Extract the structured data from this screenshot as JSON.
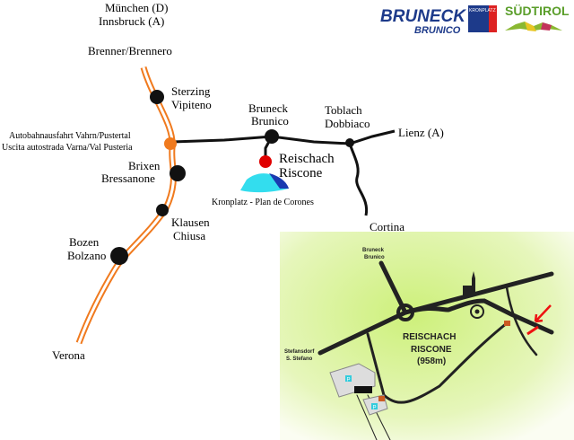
{
  "logos": {
    "bruneck": "BRUNECK",
    "brunico": "BRUNICO",
    "kronplatz": "KRONPLATZ",
    "suedtirol": "SÜDTIROL"
  },
  "labels": {
    "muenchen": "München (D)",
    "innsbruck": "Innsbruck (A)",
    "brenner": "Brenner/Brennero",
    "sterzing": "Sterzing",
    "vipiteno": "Vipiteno",
    "exit_de": "Autobahnausfahrt Vahrn/Pustertal",
    "exit_it": "Uscita autostrada Varna/Val Pusteria",
    "brixen": "Brixen",
    "bressanone": "Bressanone",
    "klausen": "Klausen",
    "chiusa": "Chiusa",
    "bozen": "Bozen",
    "bolzano": "Bolzano",
    "verona": "Verona",
    "bruneck": "Bruneck",
    "brunico": "Brunico",
    "toblach": "Toblach",
    "dobbiaco": "Dobbiaco",
    "lienz": "Lienz (A)",
    "reischach": "Reischach",
    "riscone": "Riscone",
    "kronplatz": "Kronplatz - Plan de Corones",
    "cortina": "Cortina"
  },
  "inset": {
    "bruneck": "Bruneck",
    "brunico": "Brunico",
    "stefansdorf": "Stefansdorf",
    "s_stefano": "S. Stefano",
    "reischach": "REISCHACH",
    "riscone": "RISCONE",
    "altitude": "(958m)",
    "parking": "P"
  },
  "colors": {
    "highway": "#f07a1e",
    "road": "#111111",
    "destination": "#e00000",
    "kronplatz": "#33ddee",
    "inset_bg": "#d6f08a",
    "arrow": "#ee1111"
  }
}
